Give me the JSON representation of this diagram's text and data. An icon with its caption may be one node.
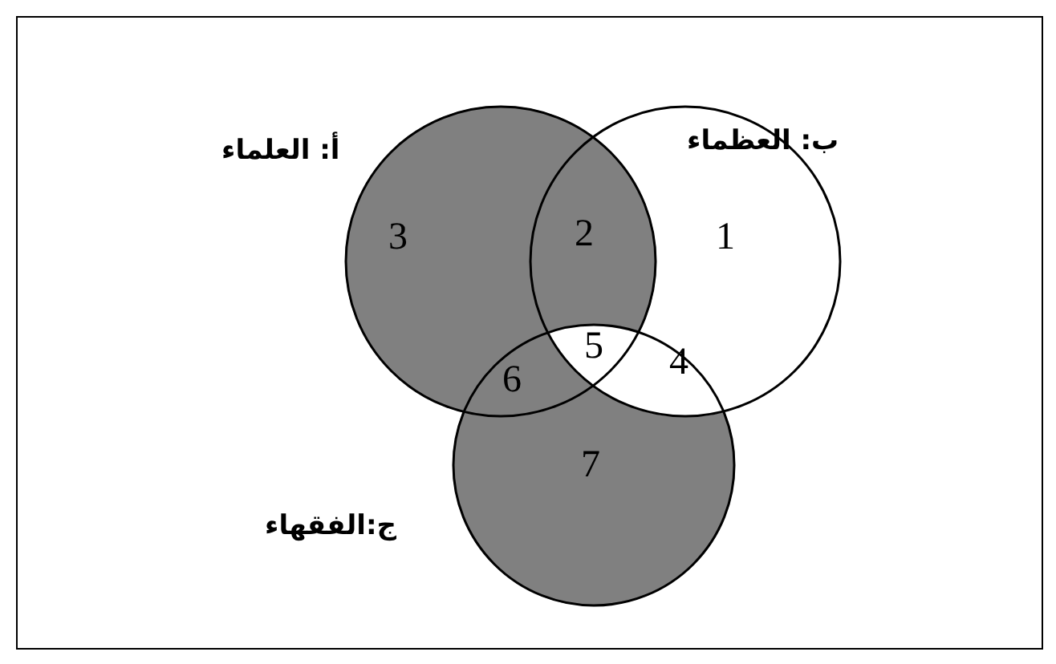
{
  "diagram": {
    "nodes": [
      {
        "text": [
          "أ: العلماء"
        ]
      },
      {
        "text": [
          "ب: العظماء"
        ]
      },
      {
        "text": [
          "ج:الفقهاء"
        ]
      }
    ],
    "labels": [
      "3",
      "2",
      "1",
      "5",
      "6",
      "4",
      "7"
    ]
  }
}
